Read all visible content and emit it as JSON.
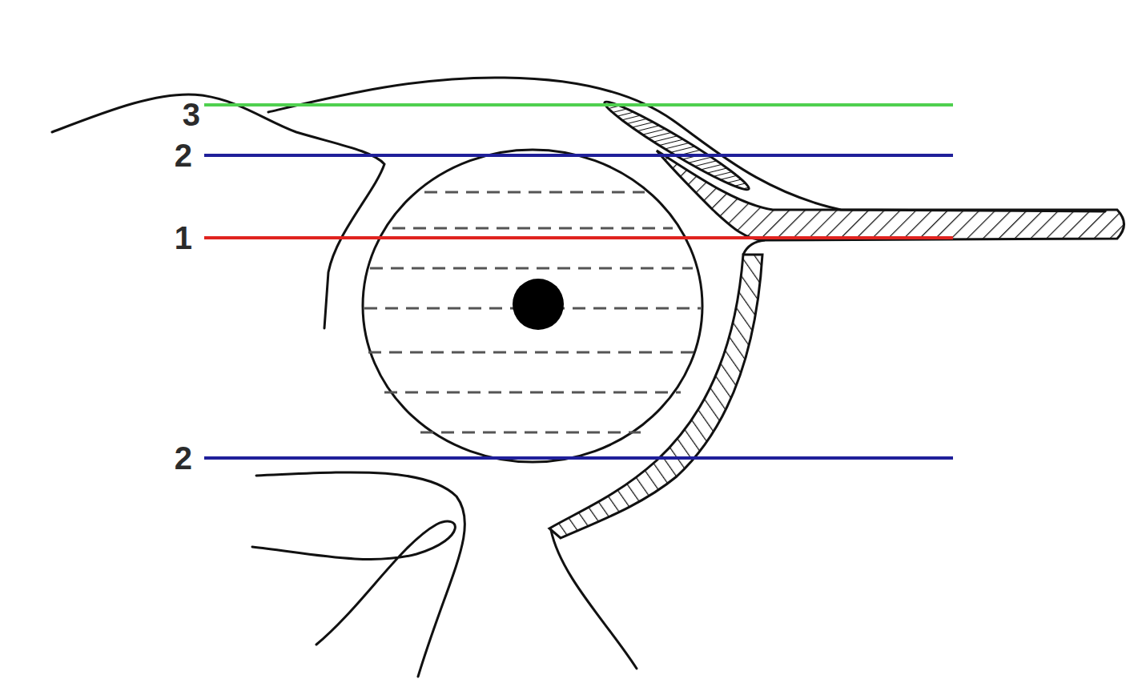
{
  "diagram": {
    "labels": [
      "3",
      "2",
      "1",
      "2"
    ]
  }
}
